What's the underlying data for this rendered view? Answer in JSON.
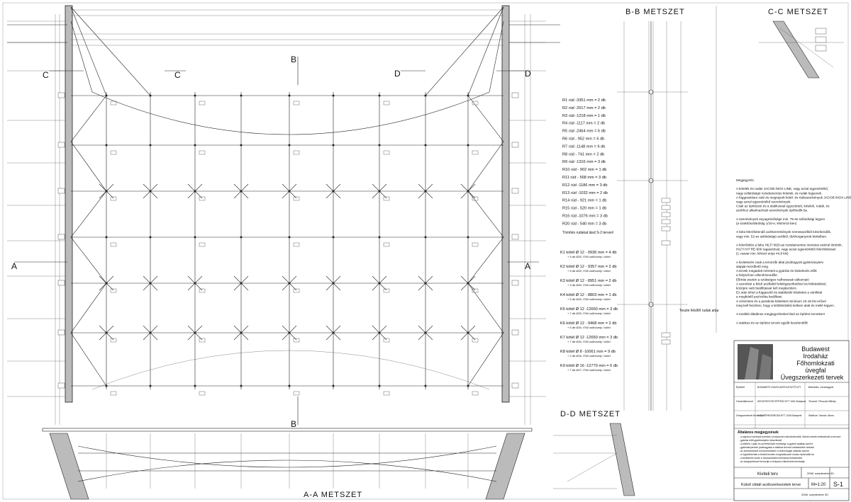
{
  "sections": {
    "aa": "A-A  METSZET",
    "bb": "B-B  METSZET",
    "cc": "C-C  METSZET",
    "dd": "D-D  METSZET",
    "marks": {
      "a": "A",
      "b": "B",
      "c": "C",
      "d": "D"
    }
  },
  "rods": [
    "R1  rúd -3351 mm = 2 db",
    "R2  rúd -2517 mm = 2 db",
    "R3  rúd -1218 mm = 1 db",
    "R4  rúd -1117 mm = 2 db",
    "R5  rúd -2464 mm = 6 db",
    "R6  rúd -  952 mm = 6 db",
    "R7  rúd -1148 mm = 6 db",
    "R8  rúd -  741 mm = 2 db",
    "R9  rúd -1316 mm = 3 db",
    "R10 rúd -  902 mm = 1 db",
    "R11 rúd -  568 mm = 3 db",
    "R12 rúd -1186 mm = 3 db",
    "R13 rúd -1032 mm = 2 db",
    "R14 rúd -  921 mm = 1 db",
    "R15 rúd -  520 mm = 1 db",
    "R16 rúd -1076 mm = 3 db",
    "R20 rúd -  540 mm = 3 db"
  ],
  "rods_note": "Tömítés rudakat lásd S-2 terven!",
  "cables": [
    {
      "main": "K1 kötél Ø 12  -  9936 mm = 4 db",
      "sub": "+ 5 db Ø20, f760 csőhüvely / kötél"
    },
    {
      "main": "K2 kötél Ø 12  -  9357 mm = 2 db",
      "sub": "+ 5 db Ø20, f760 csőhüvely / kötél"
    },
    {
      "main": "K3 kötél Ø 12  -  8951 mm = 2 db",
      "sub": "+ 5 db Ø20, f760 csőhüvely / kötél"
    },
    {
      "main": "K4 kötél Ø 12  -  8803 mm = 1 db",
      "sub": "+ 5 db Ø20, f760 csőhüvely / kötél"
    },
    {
      "main": "K5 kötél Ø 12  -12650 mm = 3 db",
      "sub": "+ 7 db Ø20, f760 csőhüvely / kötél"
    },
    {
      "main": "K6 kötél Ø 12  -  9468 mm = 2 db",
      "sub": "+ 5 db Ø20, f760 csőhüvely / kötél"
    },
    {
      "main": "K7 kötél Ø 12  -12650 mm = 3 db",
      "sub": "+ 7 db Ø20, f760 csőhüvely / kötél"
    },
    {
      "main": "K8 kötél Ø  8  -10061 mm = 9 db",
      "sub": "+ 2 db Ø16, f760 csőhüvely / kötél"
    },
    {
      "main": "K9 kötél Ø 16  -12770 mm = 6 db",
      "sub": "+ 7 db Ø27, f760 csőhüvely / kötél"
    }
  ],
  "notes": [
    "Megjegyzés:",
    "",
    "A kötelek és rudak JACOB  INOX LINE, vagy azzal egyenértékű,",
    "nagy szilárdságú rozsdamentes kötelek, és rudak legyenek.",
    "A függesztésre való és megrajzolt kötél- és rúdszerelvények  JACOB INOX LINE,",
    "vagy azzal egyenértékű szerelvények.",
    "Csak az építészet és a statikussal egyeztetett, kötelek, rudak, és",
    "azokhoz alkalmazható szerelvények építhetők be.",
    "",
    "A szerelvények anyagminősége min. 75-ös szilárdsági legyen",
    "(a szakítószilárdság 1/10-e, kN/mm2-ben)",
    "",
    "A falra felerősítendő acélszerelvények nemesacélból készítendők,",
    "vagy min. 52-es szilárdságú acélból, tűzihorganyzott kivitelben.",
    "",
    "A felerősítés a falra HILTI M20-as rozsdamentes menetes szárral történik,",
    "HILTI HIT RE-500  ragasztóval, vagy azzal egyenértékű felerősítéssel.",
    "(1 csavar min. kihúzó ereje 44,8 kN)",
    "",
    "A kivitelezés csak a tervezők által jóváhagyott gyártmányterv",
    "alapján kezdhető meg.",
    "A tervek megadott méreteit a gyártás és kivitelezés előtt",
    "a helyszínen ellenőrizendők!",
    "Elbírás esetén a szükséges rudhosszak változnak!",
    "A szerelést a felső acélfaltól lefelégeszthetővel és feltételekkel,",
    "középre való beállítással kell megkezdeni.",
    "Ez után lehet a függesztő és stabilizáló köteleket a várókkal",
    "a megfelelő pozícióba beállítani.",
    "A vízszintes és a parabola köteleket minimum 10-15 kN erővel",
    "meg kell feszíteni, hogy a kiöblösödést keltsen alatt és mellé legyen.",
    "",
    "A további általános megjegyzéseket lásd az építész terveken!",
    "",
    "A statikus és az építész tervek egyűtt kezelendők!"
  ],
  "annotation_bb": "Teszte felsőlő rudak artja",
  "title_block": {
    "title_lines": [
      "Budawest",
      "Irodaház",
      "Főhomlokzati",
      "üvegfal",
      "Üvegszerkezeti tervek"
    ],
    "rows": [
      {
        "label": "Építtető",
        "value": "BUDAWEST INGATLANFEJLESZTŐ KFT",
        "right": "Beküldés: Jóváhagyott"
      },
      {
        "label": "Generáltervező",
        "value": "ARCHITEKTOR ÉPÍTÉSZ KFT  1061 Budapest",
        "right": "Tervező: Pécsvári Mihály"
      },
      {
        "label": "Üvegszerkezet tervezője",
        "value": "G.S. MÉRNÖKIRODA KFT  1046 Budapest",
        "right": "Statikus: Vándor János"
      }
    ],
    "general_notes_title": "Általános megjegyzések",
    "general_notes": [
      "- a rajzokon szereplő méretek a helyszínen ellenőrizendők, eltérés esetén értesítendő a tervező",
      "- gyártás előtt gyártmányterv készítendő",
      "- a kötelek, rudak és szerelvények minősége a gyártói adatlap szerint",
      "- gyártmánytervek jóváhagyása a statikus tervező hatáskörébe tartozik",
      "- az acélszerkezet korrózióvédelme a technológiai utasítás szerint",
      "- a rögzítőelemek a kiviteli tervben meghatározott módon építendők be",
      "- a kivitelezés során a munkavédelmi előírások betartandók",
      "- az üvegszerkezet tervezője a helyszíni ellenőrzést fenntartja"
    ],
    "phase_label": "Kiviteli terv",
    "drawing_title": "Külső oldali acélszerkezetek terve",
    "scale": "M=1:20",
    "sheet_no": "S-1",
    "date_label": "2008. szeptember 30."
  }
}
